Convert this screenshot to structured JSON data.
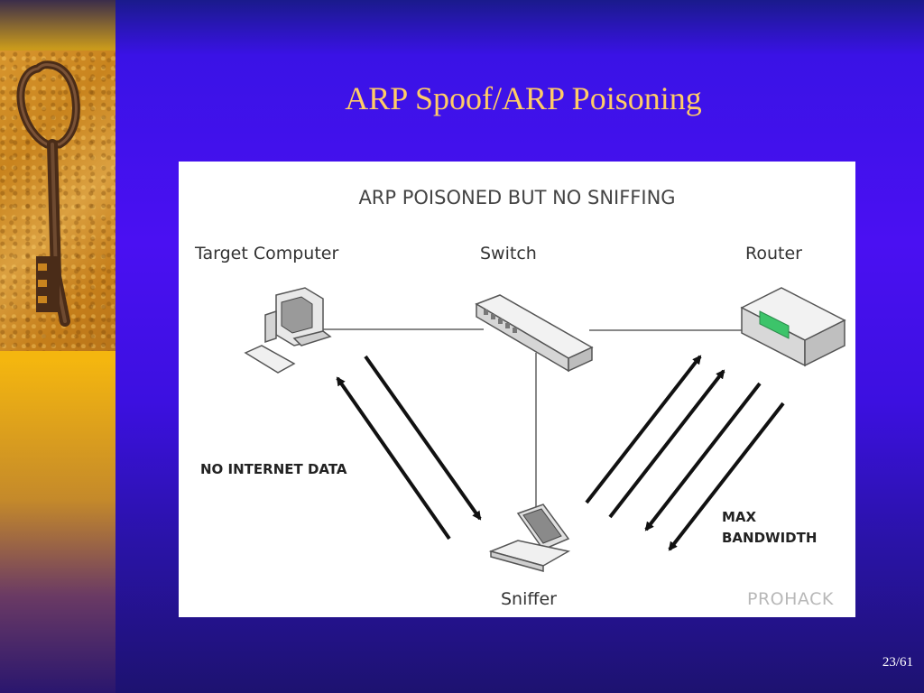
{
  "slide": {
    "title": "ARP Spoof/ARP Poisoning",
    "page_number": "23/61"
  },
  "diagram": {
    "heading": "ARP POISONED BUT NO SNIFFING",
    "nodes": {
      "target": "Target Computer",
      "switch": "Switch",
      "router": "Router",
      "sniffer": "Sniffer"
    },
    "annotations": {
      "no_data": "NO INTERNET DATA",
      "max_bw_line1": "MAX",
      "max_bw_line2": "BANDWIDTH"
    },
    "watermark": "PROHACK"
  },
  "colors": {
    "title": "#ffcc66",
    "background": "#4a10f2",
    "side_band": "#f4b60f"
  }
}
